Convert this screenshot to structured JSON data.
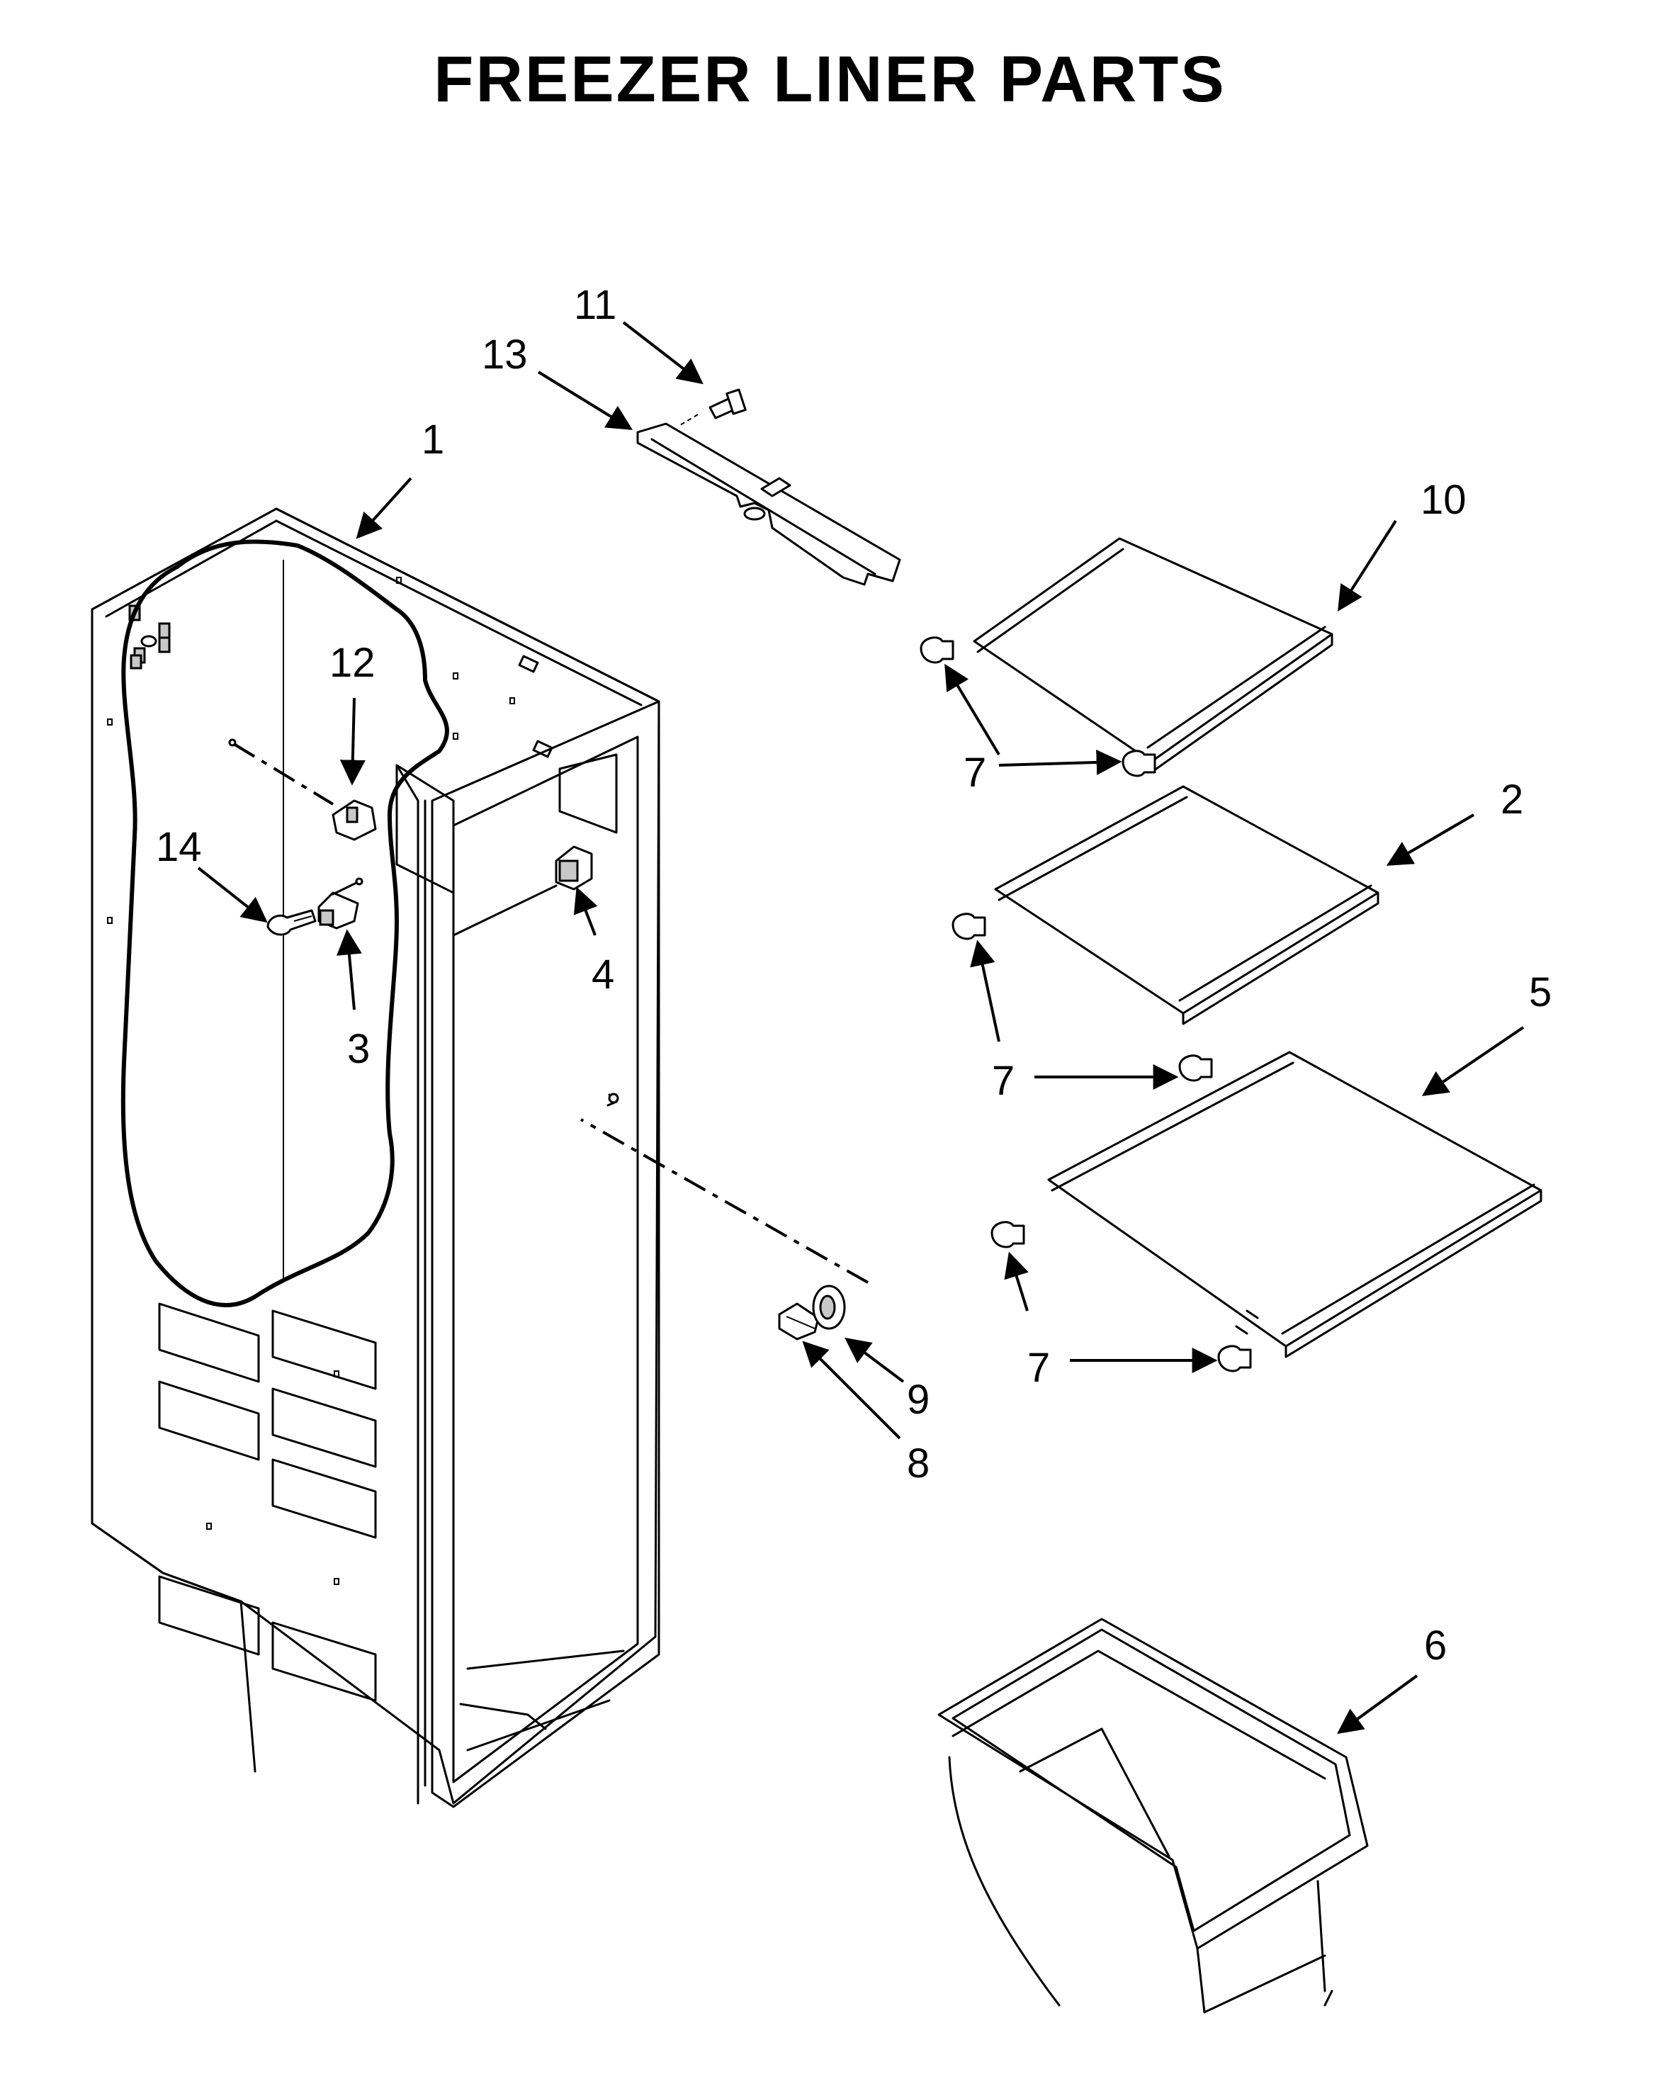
{
  "title": "FREEZER LINER PARTS",
  "callouts": {
    "c1": "1",
    "c2": "2",
    "c3": "3",
    "c4": "4",
    "c5": "5",
    "c6": "6",
    "c7a": "7",
    "c7b": "7",
    "c7c": "7",
    "c8": "8",
    "c9": "9",
    "c10": "10",
    "c11": "11",
    "c12": "12",
    "c13": "13",
    "c14": "14"
  }
}
